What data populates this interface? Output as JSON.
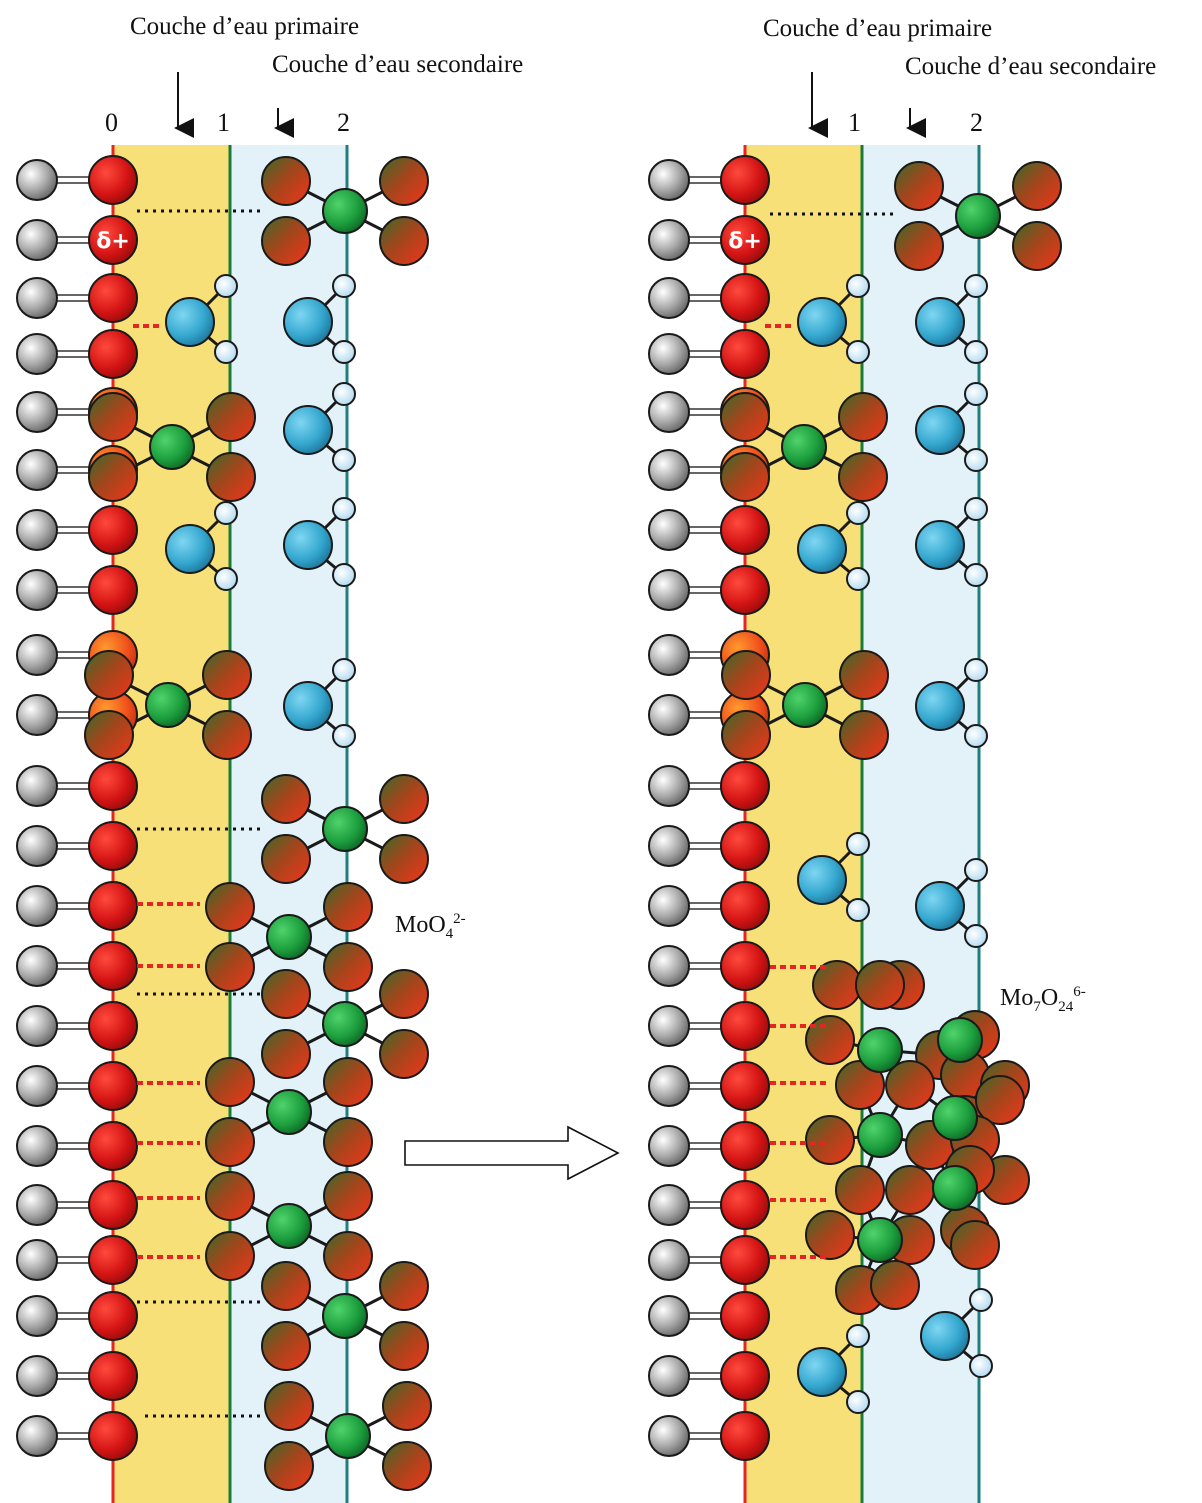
{
  "left_panel": {
    "primary_layer_label": "Couche d’eau primaire",
    "secondary_layer_label": "Couche d’eau secondaire",
    "plane_labels": [
      "0",
      "1",
      "2"
    ],
    "surface_charge_label": "δ+",
    "species_label": {
      "base": "MoO",
      "sub": "4",
      "sup": "2-"
    }
  },
  "right_panel": {
    "primary_layer_label": "Couche d’eau primaire",
    "secondary_layer_label": "Couche d’eau secondaire",
    "plane_labels": [
      "1",
      "2"
    ],
    "surface_charge_label": "δ+",
    "species_label": {
      "base": "Mo",
      "sub1": "7",
      "mid": "O",
      "sub2": "24",
      "sup": "6-"
    }
  },
  "colors": {
    "primary_layer": "#f8e079",
    "secondary_layer": "#e3f2f9",
    "plane_0": "#e52521",
    "plane_1": "#1a7a3a",
    "plane_2": "#1f7f7e",
    "surface_oxygen": "#d71a1a",
    "surface_oxygen_protonated": "#f26a1f",
    "metal_atom": "#909090",
    "molybdenum": "#1fa640",
    "molybdate_oxygen": "#9a4a1c",
    "water_oxygen": "#3ab0d6",
    "hydrogen": "#d9eefa",
    "h_bond_strong": "#e52521",
    "h_bond_weak": "#111111"
  }
}
